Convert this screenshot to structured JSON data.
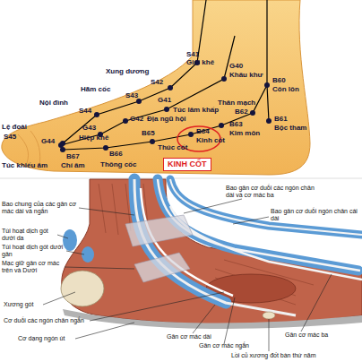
{
  "diagram": {
    "nodes": [
      {
        "text": [
          "KINH CỐT"
        ]
      }
    ],
    "labels": [
      "S41",
      "Giải khê",
      "Xung dương",
      "S42",
      "G40",
      "Khâu khư",
      "Hãm cốc",
      "S43",
      "Nội đình",
      "S44",
      "G41",
      "Túc lâm khấp",
      "B60",
      "Côn lôn",
      "Thân mạch",
      "B62",
      "B61",
      "Bộc tham",
      "Lệ đoài",
      "S45",
      "G43",
      "Hiệp khê",
      "G42",
      "Địa ngũ hội",
      "B63",
      "Kim môn",
      "B64",
      "Kinh cốt",
      "B65",
      "Thúc cốt",
      "G44",
      "Túc khiếu âm",
      "B67",
      "Chí âm",
      "B66",
      "Thông cốc",
      "Bao chung của các gân cơ mác dài và ngắn",
      "Túi hoạt dịch gót dưới da",
      "Túi hoạt dịch gót dưới gân",
      "Mạc giữ gân cơ mác trên và Dưới",
      "Xương gót",
      "Cơ duỗi các ngón chân ngắn",
      "Cơ dạng ngón út",
      "Bao gân cơ duỗi các ngón chân dài và cơ mác ba",
      "Bao gân cơ duỗi ngón chân cái dài",
      "Gân cơ mác dài",
      "Gân cơ mác ba",
      "Gân cơ mác ngắn",
      "Lồi củ xương đốt bàn thứ năm"
    ]
  }
}
